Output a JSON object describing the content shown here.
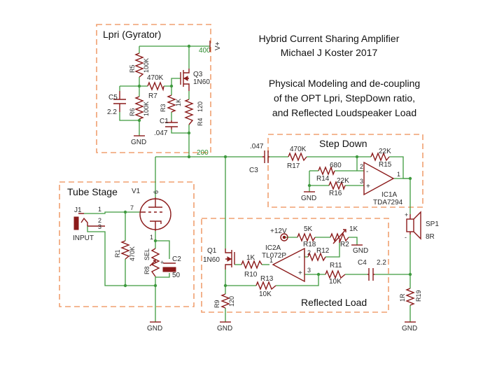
{
  "title": {
    "line1": "Hybrid Current Sharing Amplifier",
    "line2": "Michael J Koster 2017"
  },
  "description": {
    "line1": "Physical Modeling and de-coupling",
    "line2": "of the OPT Lpri, StepDown ratio,",
    "line3": "and Reflected Loudspeaker Load"
  },
  "sections": {
    "gyrator": "Lpri (Gyrator)",
    "tube_stage": "Tube Stage",
    "step_down": "Step Down",
    "reflected_load": "Reflected Load"
  },
  "nets": {
    "b_plus": "400",
    "plate": "200",
    "supply": "V+",
    "gnd": "GND",
    "vcc": "+12V"
  },
  "components": {
    "R5": {
      "ref": "R5",
      "value": "100K"
    },
    "R6": {
      "ref": "R6",
      "value": "100K"
    },
    "R7": {
      "ref": "R7",
      "value": "470K"
    },
    "R3": {
      "ref": "R3",
      "value": "1K"
    },
    "R4": {
      "ref": "R4",
      "value": "120"
    },
    "C5": {
      "ref": "C5",
      "value": "2.2"
    },
    "C1": {
      "ref": "C1",
      "value": ".047"
    },
    "Q3": {
      "ref": "Q3",
      "value": "1N60"
    },
    "C3": {
      "ref": "C3",
      "value": ".047"
    },
    "R17": {
      "ref": "R17",
      "value": "470K"
    },
    "R14": {
      "ref": "R14",
      "value": "680"
    },
    "R16": {
      "ref": "R16",
      "value": "22K"
    },
    "R15": {
      "ref": "R15",
      "value": "22K"
    },
    "IC1A": {
      "ref": "IC1A",
      "value": "TDA7294"
    },
    "V1": {
      "ref": "V1"
    },
    "J1": {
      "ref": "J1",
      "value": "INPUT"
    },
    "R1": {
      "ref": "R1",
      "value": "470K"
    },
    "R8": {
      "ref": "R8",
      "value": "SEL"
    },
    "C2": {
      "ref": "C2",
      "value": "50"
    },
    "Q1": {
      "ref": "Q1",
      "value": "1N60"
    },
    "R10": {
      "ref": "R10",
      "value": "1K"
    },
    "IC2A": {
      "ref": "IC2A",
      "value": "TL072P"
    },
    "R18": {
      "ref": "R18",
      "value": "5K"
    },
    "R2": {
      "ref": "R2",
      "value": "1K"
    },
    "R12": {
      "ref": "R12"
    },
    "R11": {
      "ref": "R11",
      "value": "10K"
    },
    "C4": {
      "ref": "C4",
      "value": "2.2"
    },
    "R13": {
      "ref": "R13",
      "value": "10K"
    },
    "R9": {
      "ref": "R9",
      "value": "120"
    },
    "SP1": {
      "ref": "SP1",
      "value": "8R"
    },
    "R19": {
      "ref": "R19",
      "value": "1R"
    }
  },
  "pins": {
    "tube_plate": "6",
    "tube_grid": "7",
    "tube_cathode": "1",
    "j1_1": "1",
    "j1_2": "2",
    "j1_3": "3",
    "ic1_inv": "2",
    "ic1_noninv": "3",
    "ic1_out": "1",
    "ic2_inv": "2",
    "ic2_noninv": "3",
    "ic2_out": "1",
    "minus": "-",
    "plus": "+",
    "sp_plus": "+",
    "sp_minus": "-"
  },
  "colors": {
    "wire": "#3f9a3f",
    "component": "#8b1a1a",
    "section_box": "#f0a070",
    "net_label": "#2e8b2e"
  }
}
